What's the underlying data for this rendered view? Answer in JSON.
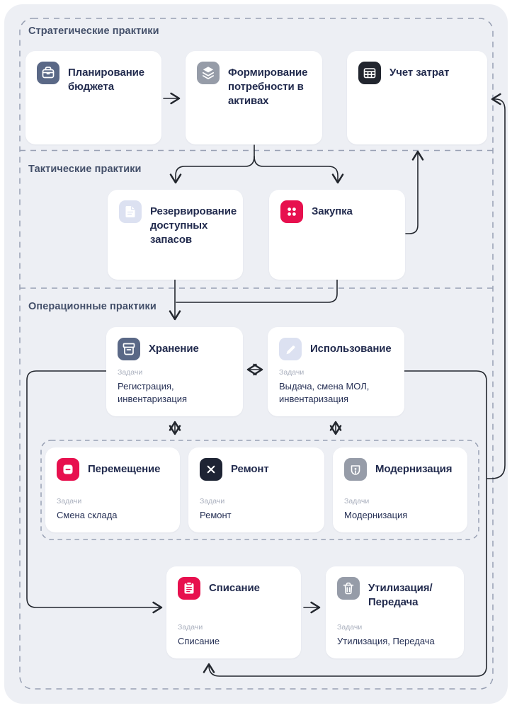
{
  "tasks_label": "Задачи",
  "strategic": {
    "label": "Стратегические практики",
    "cards": [
      {
        "title": "Планирование бюджета",
        "icon": "briefcase-icon"
      },
      {
        "title": "Формирование потребности в активах",
        "icon": "layers-icon"
      },
      {
        "title": "Учет затрат",
        "icon": "table-icon"
      }
    ]
  },
  "tactical": {
    "label": "Тактические практики",
    "cards": [
      {
        "title": "Резервирование доступных запасов",
        "icon": "document-icon"
      },
      {
        "title": "Закупка",
        "icon": "dots-icon"
      }
    ]
  },
  "operational": {
    "label": "Операционные практики",
    "cards": [
      {
        "title": "Хранение",
        "icon": "archive-icon",
        "tasks": "Регистрация, инвентаризация"
      },
      {
        "title": "Использование",
        "icon": "pencil-icon",
        "tasks": "Выдача, смена МОЛ, инвентаризация"
      }
    ],
    "group_cards": [
      {
        "title": "Перемещение",
        "icon": "box-icon",
        "tasks": "Смена склада"
      },
      {
        "title": "Ремонт",
        "icon": "tools-icon",
        "tasks": "Ремонт"
      },
      {
        "title": "Модернизация",
        "icon": "pen-nib-icon",
        "tasks": "Модернизация"
      }
    ],
    "bottom_cards": [
      {
        "title": "Списание",
        "icon": "clipboard-icon",
        "tasks": "Списание"
      },
      {
        "title": "Утилизация/\nПередача",
        "icon": "trash-icon",
        "tasks": "Утилизация, Передача"
      }
    ]
  },
  "colors": {
    "accent_red": "#e7104e",
    "slate": "#5a6886",
    "gray": "#969ca8",
    "dark": "#1f242e",
    "lavender": "#dce1f1",
    "arrow": "#23272e",
    "panel_bg": "#edeff4",
    "dash_border": "#98a0b3"
  }
}
